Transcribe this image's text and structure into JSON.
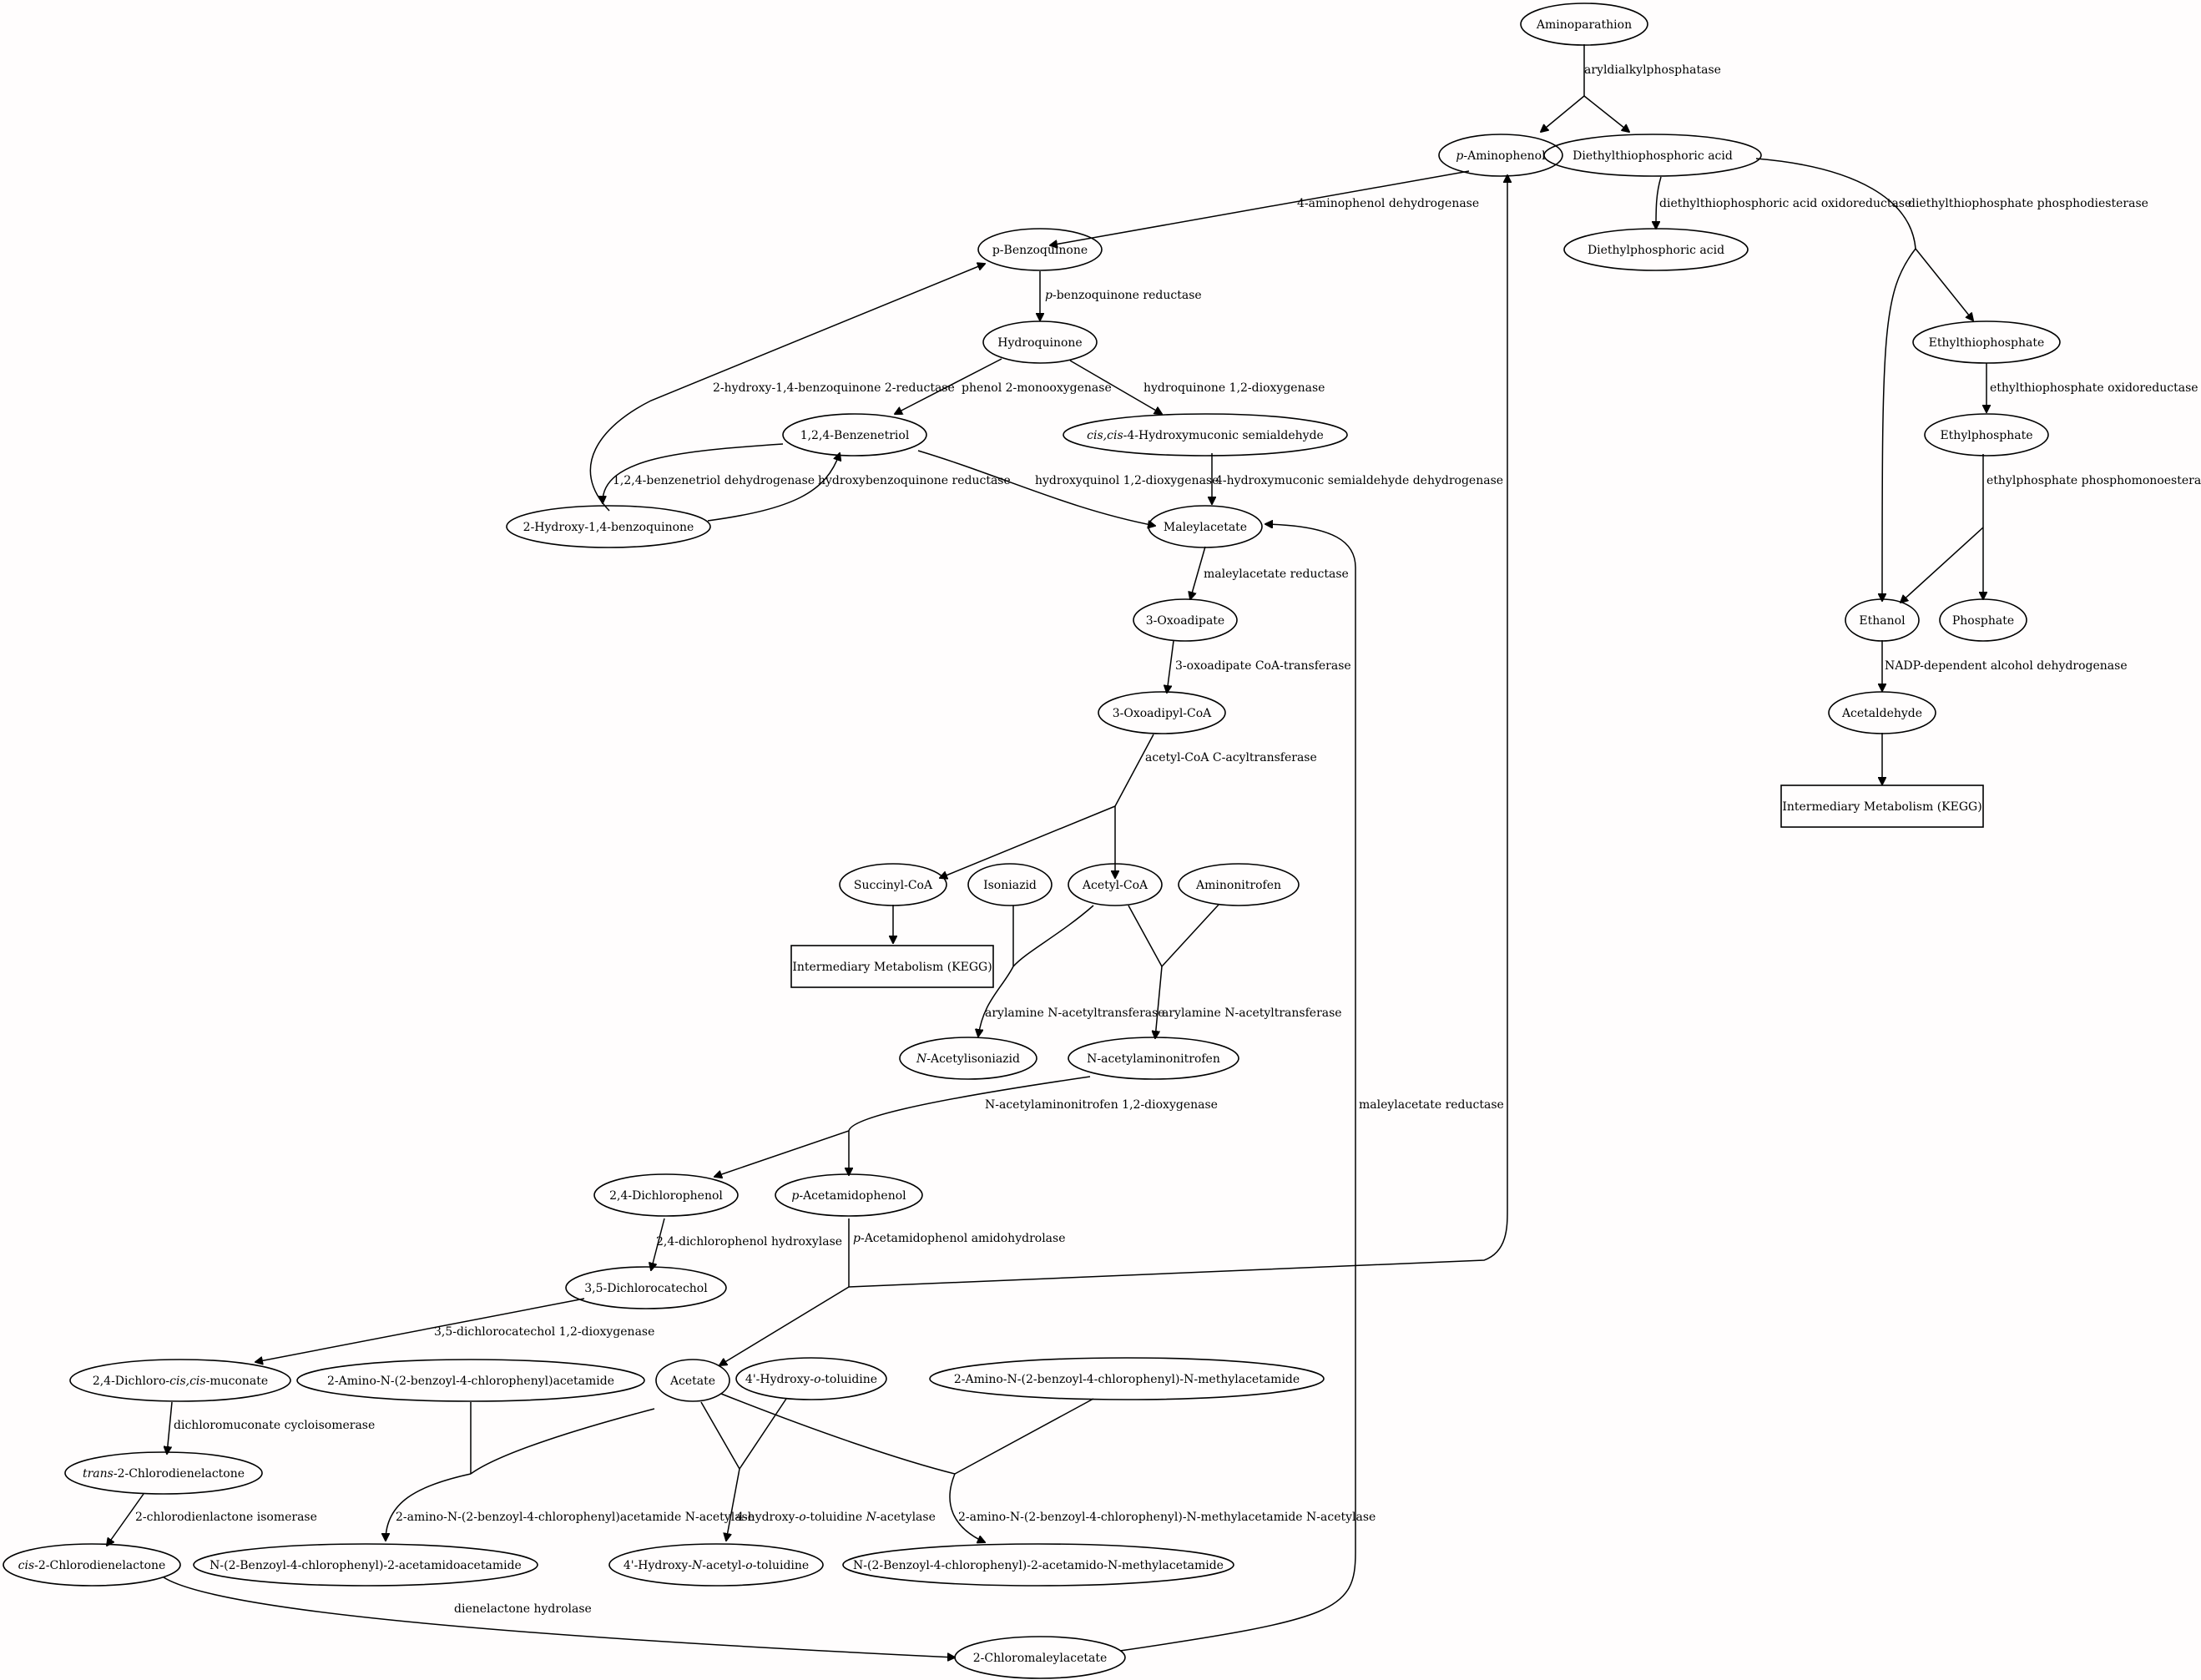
{
  "nodes": {
    "aminoparathion": "Aminoparathion",
    "p_aminophenol_prefix": "p",
    "p_aminophenol_rest": "-Aminophenol",
    "diethylthiophosphoric_acid": "Diethylthiophosphoric acid",
    "p_benzoquinone": "p-Benzoquinone",
    "diethylphosphoric_acid": "Diethylphosphoric acid",
    "hydroquinone": "Hydroquinone",
    "ethylthiophosphate": "Ethylthiophosphate",
    "benzenetriol": "1,2,4-Benzenetriol",
    "hydroxymuconic_prefix": "cis,cis",
    "hydroxymuconic_rest": "-4-Hydroxymuconic semialdehyde",
    "ethylphosphate": "Ethylphosphate",
    "hydroxybenzoquinone": "2-Hydroxy-1,4-benzoquinone",
    "maleylacetate": "Maleylacetate",
    "oxoadipate": "3-Oxoadipate",
    "ethanol": "Ethanol",
    "phosphate": "Phosphate",
    "acetaldehyde": "Acetaldehyde",
    "oxoadipyl_coa": "3-Oxoadipyl-CoA",
    "intermediary_1": "Intermediary Metabolism (KEGG)",
    "succinyl_coa": "Succinyl-CoA",
    "isoniazid": "Isoniazid",
    "acetyl_coa": "Acetyl-CoA",
    "aminonitrofen": "Aminonitrofen",
    "intermediary_2": "Intermediary Metabolism (KEGG)",
    "acetylisoniazid_prefix": "N",
    "acetylisoniazid_rest": "-Acetylisoniazid",
    "acetylaminonitrofen": "N-acetylaminonitrofen",
    "dichlorophenol": "2,4-Dichlorophenol",
    "acetamidophenol_prefix": "p",
    "acetamidophenol_rest": "-Acetamidophenol",
    "dichlorocatechol": "3,5-Dichlorocatechol",
    "dichloromuconate_a": "2,4-Dichloro-",
    "dichloromuconate_b": "cis,cis",
    "dichloromuconate_c": "-muconate",
    "amino_benzoyl_acetamide": "2-Amino-N-(2-benzoyl-4-chlorophenyl)acetamide",
    "acetate": "Acetate",
    "hydroxy_toluidine_a": "4'-Hydroxy-",
    "hydroxy_toluidine_b": "o",
    "hydroxy_toluidine_c": "-toluidine",
    "amino_benzoyl_methylacetamide": "2-Amino-N-(2-benzoyl-4-chlorophenyl)-N-methylacetamide",
    "trans_chloro_prefix": "trans",
    "trans_chloro_rest": "-2-Chlorodienelactone",
    "cis_chloro_prefix": "cis",
    "cis_chloro_rest": "-2-Chlorodienelactone",
    "benzoyl_acetamidoacetamide": "N-(2-Benzoyl-4-chlorophenyl)-2-acetamidoacetamide",
    "acetyl_toluidine_a": "4'-Hydroxy-",
    "acetyl_toluidine_b": "N",
    "acetyl_toluidine_c": "-acetyl-",
    "acetyl_toluidine_d": "o",
    "acetyl_toluidine_e": "-toluidine",
    "benzoyl_acetamido_methyl": "N-(2-Benzoyl-4-chlorophenyl)-2-acetamido-N-methylacetamide",
    "chloromaleylacetate": "2-Chloromaleylacetate"
  },
  "edge_labels": {
    "aryldialkylphosphatase": "aryldialkylphosphatase",
    "aminophenol_dehydrogenase": "4-aminophenol dehydrogenase",
    "diethylthiophosphoric_oxidoreductase": "diethylthiophosphoric acid oxidoreductase",
    "diethylthiophosphate_phosphodiesterase": "diethylthiophosphate phosphodiesterase",
    "benzoquinone_reductase_prefix": "p",
    "benzoquinone_reductase_rest": "-benzoquinone reductase",
    "hydroxybenzoquinone_2_reductase": "2-hydroxy-1,4-benzoquinone 2-reductase",
    "phenol_monooxygenase": "phenol 2-monooxygenase",
    "hydroquinone_dioxygenase": "hydroquinone 1,2-dioxygenase",
    "ethylthiophosphate_oxidoreductase": "ethylthiophosphate oxidoreductase",
    "benzenetriol_dehydrogenase": "1,2,4-benzenetriol dehydrogenase",
    "hydroxybenzoquinone_reductase": "hydroxybenzoquinone reductase",
    "hydroxyquinol_dioxygenase": "hydroxyquinol 1,2-dioxygenase",
    "hydroxymuconic_dehydrogenase": "4-hydroxymuconic semialdehyde dehydrogenase",
    "ethylphosphate_phosphomonoesterase": "ethylphosphate phosphomonoesterase",
    "maleylacetate_reductase_1": "maleylacetate reductase",
    "oxoadipate_transferase": "3-oxoadipate CoA-transferase",
    "nadp_alcohol_dehydrogenase": "NADP-dependent alcohol dehydrogenase",
    "acetyl_coa_acyltransferase": "acetyl-CoA C-acyltransferase",
    "arylamine_acetyltransferase_1": "arylamine N-acetyltransferase",
    "arylamine_acetyltransferase_2": "arylamine N-acetyltransferase",
    "maleylacetate_reductase_2": "maleylacetate reductase",
    "acetylaminonitrofen_dioxygenase": "N-acetylaminonitrofen 1,2-dioxygenase",
    "dichlorophenol_hydroxylase": "2,4-dichlorophenol hydroxylase",
    "acetamidophenol_amidohydrolase_prefix": "p",
    "acetamidophenol_amidohydrolase_rest": "-Acetamidophenol amidohydrolase",
    "dichlorocatechol_dioxygenase": "3,5-dichlorocatechol 1,2-dioxygenase",
    "dichloromuconate_cycloisomerase": "dichloromuconate cycloisomerase",
    "chlorodienlactone_isomerase": "2-chlorodienlactone isomerase",
    "amino_benzoyl_acetamide_acetylase": "2-amino-N-(2-benzoyl-4-chlorophenyl)acetamide N-acetylase",
    "hydroxy_toluidine_acetylase_a": "4-hydroxy-",
    "hydroxy_toluidine_acetylase_b": "o",
    "hydroxy_toluidine_acetylase_c": "-toluidine ",
    "hydroxy_toluidine_acetylase_d": "N",
    "hydroxy_toluidine_acetylase_e": "-acetylase",
    "amino_benzoyl_methylacetamide_acetylase": "2-amino-N-(2-benzoyl-4-chlorophenyl)-N-methylacetamide N-acetylase",
    "dienelactone_hydrolase": "dienelactone hydrolase"
  }
}
